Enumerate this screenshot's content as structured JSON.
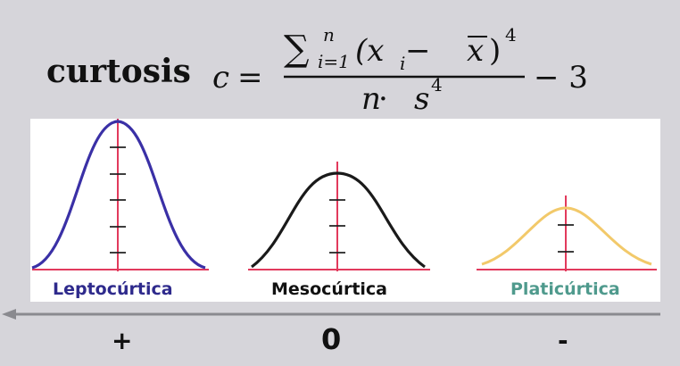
{
  "formula": {
    "word": "curtosis",
    "lhs_var": "c",
    "equals": "=",
    "sum_symbol": "∑",
    "sum_upper": "n",
    "sum_lower": "i=1",
    "numerator_body": "(x",
    "numerator_sub": "i",
    "numerator_minus": " − ",
    "numerator_xbar": "x",
    "numerator_close": ")",
    "numerator_power": "4",
    "denominator_n": "n",
    "denominator_dot": " · ",
    "denominator_s": "s",
    "denominator_power": "4",
    "tail": "− 3"
  },
  "curves": [
    {
      "label": "Leptocúrtica",
      "color": "#3a30a6",
      "label_color": "#2e2a8c"
    },
    {
      "label": "Mesocúrtica",
      "color": "#1a1a1a",
      "label_color": "#111111"
    },
    {
      "label": "Platicúrtica",
      "color": "#f2c96a",
      "label_color": "#4f9a8d"
    }
  ],
  "axis_color": "#e23a5c",
  "arrow_color": "#8a8a8f",
  "signs": {
    "plus": "+",
    "zero": "0",
    "minus": "-"
  }
}
